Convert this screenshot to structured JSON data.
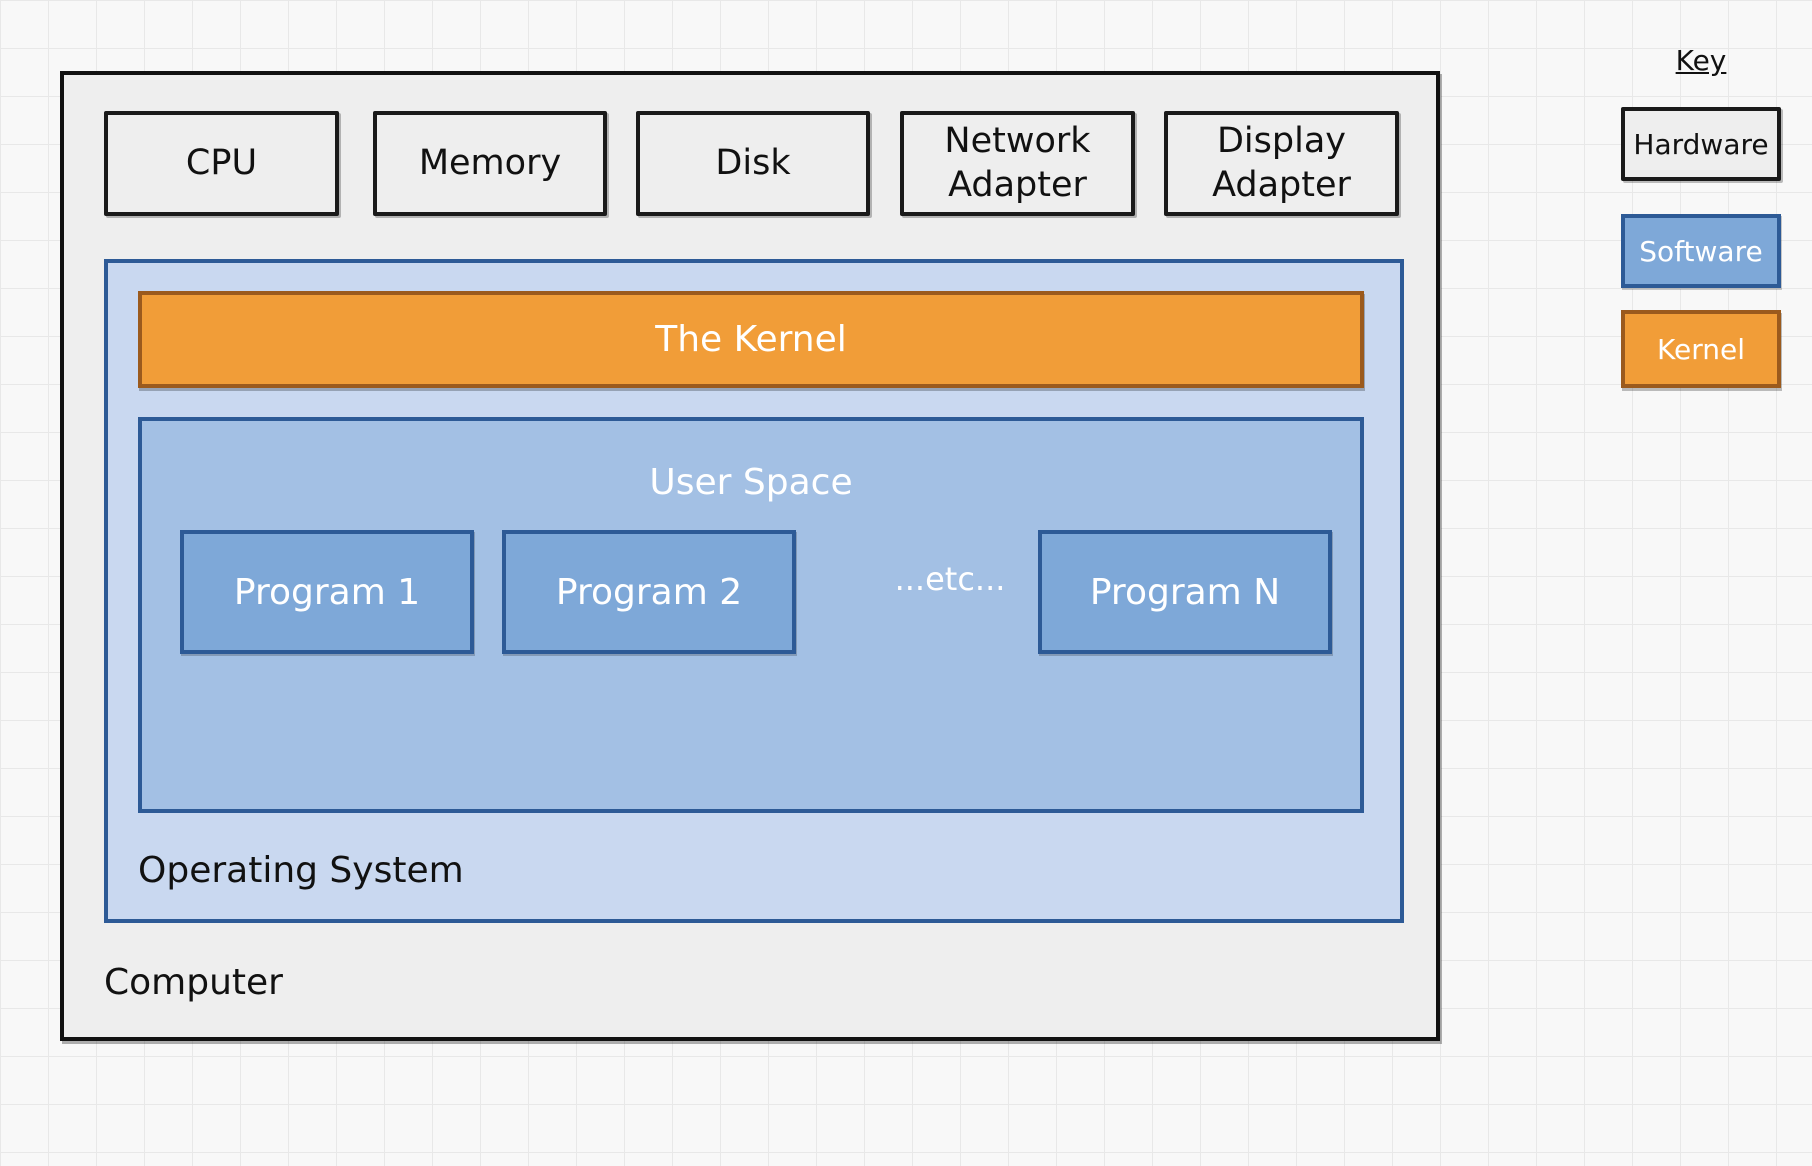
{
  "hardware": [
    "CPU",
    "Memory",
    "Disk",
    "Network Adapter",
    "Display Adapter"
  ],
  "kernel": "The Kernel",
  "user_space": {
    "title": "User Space",
    "programs": [
      "Program 1",
      "Program 2",
      "Program N"
    ],
    "etc": "...etc..."
  },
  "os_label": "Operating System",
  "computer_label": "Computer",
  "key": {
    "title": "Key",
    "hardware": "Hardware",
    "software": "Software",
    "kernel": "Kernel"
  },
  "colors": {
    "hardware_fill": "#eeeeee",
    "software_fill": "#7ea8d8",
    "os_fill": "#c9d8f0",
    "user_space_fill": "#a3c0e4",
    "kernel_fill": "#f19d38",
    "software_border": "#2d5a96",
    "kernel_border": "#9b5a1d"
  }
}
